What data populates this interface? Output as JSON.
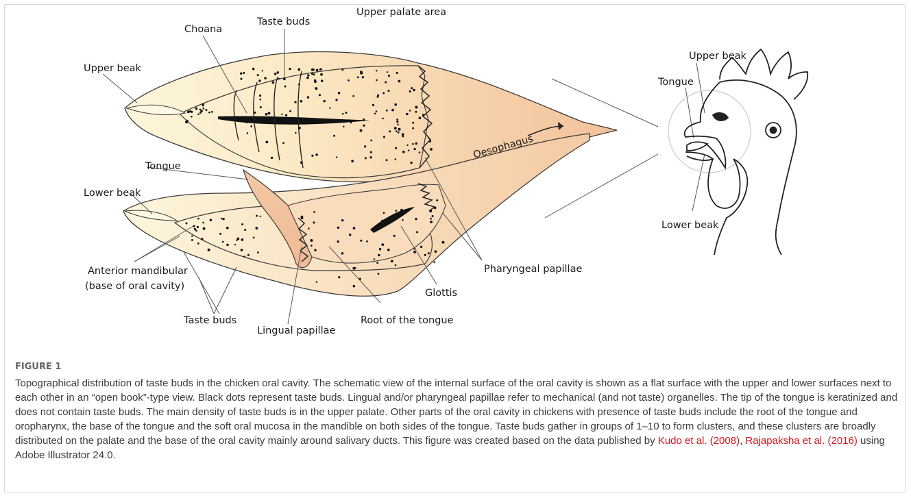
{
  "diagram": {
    "labels": {
      "upper_beak": "Upper beak",
      "choana": "Choana",
      "taste_buds_top": "Taste buds",
      "upper_palate_area": "Upper palate area",
      "tongue_left": "Tongue",
      "lower_beak": "Lower beak",
      "anterior_mandibular_1": "Anterior mandibular",
      "anterior_mandibular_2": "(base of oral cavity)",
      "taste_buds_bottom": "Taste buds",
      "lingual_papillae": "Lingual papillae",
      "root_of_tongue": "Root of the tongue",
      "glottis": "Glottis",
      "pharyngeal_papillae": "Pharyngeal papillae",
      "oesophagus": "Oesophagus",
      "head_upper_beak": "Upper beak",
      "head_tongue": "Tongue",
      "head_lower_beak": "Lower beak"
    },
    "colors": {
      "tissue_light": "#fdf6dc",
      "tissue_dark": "#f3c7a0",
      "outline": "#3a3a3a"
    }
  },
  "caption": {
    "figure_label": "FIGURE 1",
    "text_1": "Topographical distribution of taste buds in the chicken oral cavity. The schematic view of the internal surface of the oral cavity is shown as a flat surface with the upper and lower surfaces next to each other in an “open book”-type view. Black dots represent taste buds. Lingual and/or pharyngeal papillae refer to mechanical (and not taste) organelles. The tip of the tongue is keratinized and does not contain taste buds. The main density of taste buds is in the upper palate. Other parts of the oral cavity in chickens with presence of taste buds include the root of the tongue and oropharynx, the base of the tongue and the soft oral mucosa in the mandible on both sides of the tongue. Taste buds gather in groups of 1–10 to form clusters, and these clusters are broadly distributed on the palate and the base of the oral cavity mainly around salivary ducts. This figure was created based on the data published by",
    "ref_1": "Kudo et al. (2008)",
    "sep": ",",
    "ref_2": "Rajapaksha et al. (2016)",
    "text_2": "using Adobe Illustrator 24.0."
  }
}
